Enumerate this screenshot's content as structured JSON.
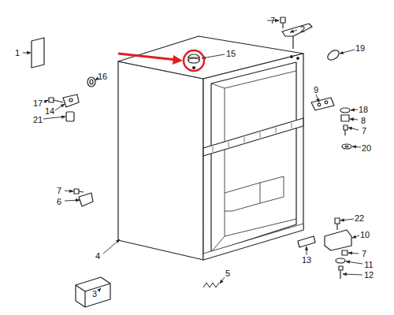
{
  "diagram": {
    "labels": [
      "1",
      "7",
      "2",
      "15",
      "19",
      "16",
      "9",
      "17",
      "14",
      "18",
      "21",
      "8",
      "7",
      "20",
      "7",
      "6",
      "22",
      "10",
      "7",
      "4",
      "13",
      "11",
      "5",
      "12",
      "3"
    ]
  }
}
